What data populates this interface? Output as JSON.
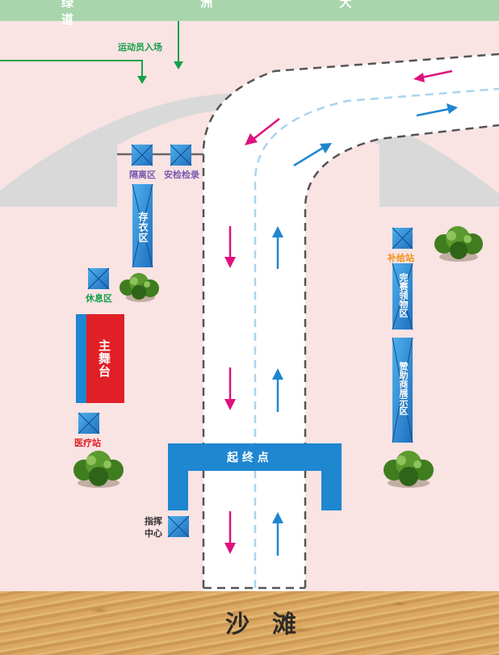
{
  "road": {
    "name": "绿 洲 大 道"
  },
  "entry": {
    "label": "运动员入场"
  },
  "zones": {
    "isolation": "隔离区",
    "security": "安检检录",
    "storage": "存衣区",
    "rest": "休息区",
    "main_stage": "主舞台",
    "medical": "医疗站",
    "command": "指挥中心",
    "command_line1": "指挥",
    "command_line2": "中心",
    "supply": "补给站",
    "finisher_kit": "完赛领物区",
    "sponsor": "赞助商展示区"
  },
  "start_finish": {
    "label": "起 终 点"
  },
  "beach": {
    "label": "沙滩"
  },
  "colors": {
    "road": "#a8d5ab",
    "background": "#f9e3e3",
    "arch": "#d9d9d9",
    "blue": "#1f86d0",
    "red": "#e02026",
    "magenta": "#e0107e",
    "green_text": "#13a04b",
    "orange_text": "#f0911c",
    "purple_text": "#7a5bb0",
    "sand": "#d9a660"
  },
  "icons": [
    "blue-tent-icon",
    "tree-icon",
    "direction-arrow-icon"
  ]
}
